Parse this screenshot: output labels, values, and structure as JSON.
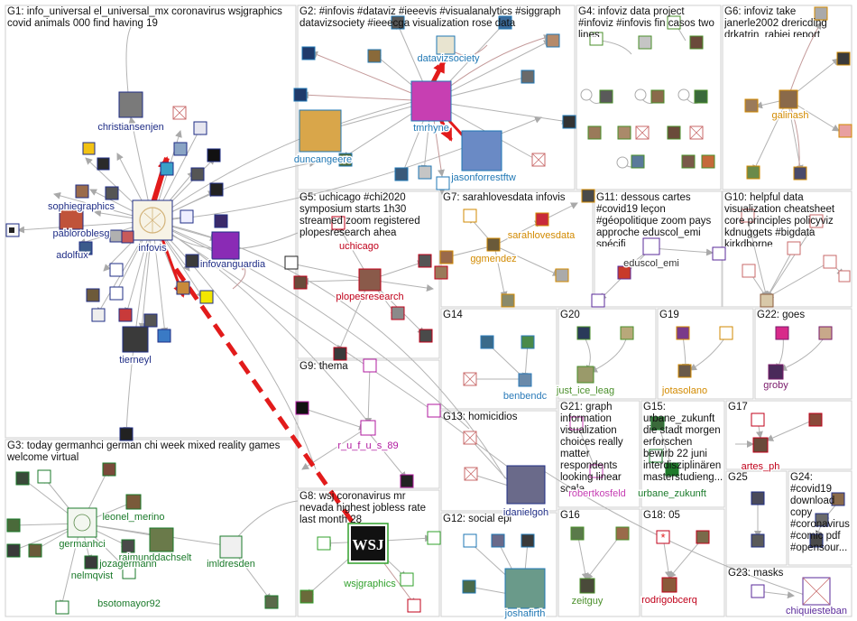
{
  "colors": {
    "edge": "#b3b3b3",
    "edge_dark": "#999999",
    "hot_edge": "#e21b1b",
    "box_stroke": "#cfcfcf",
    "g1": "#1f2d86",
    "g2": "#1f77b4",
    "g3": "#1a7a2a",
    "g4": "#4a8f2a",
    "g5": "#c0001a",
    "g6": "#d28a00",
    "g7": "#d28a00",
    "g8": "#30a02b",
    "g9": "#b0189f",
    "g13": "#1f2d86",
    "g14": "#2b7bb9",
    "g21": "#c63fb3",
    "g12": "#1f77b4",
    "g15": "#1a7a2a",
    "g16": "#4a8f2a",
    "g17": "#c0001a",
    "g18": "#c0001a",
    "g19": "#d28a00",
    "g20": "#4a8f2a",
    "g22": "#7a1a6a",
    "g23": "#5a2a9a"
  },
  "groups": [
    {
      "id": "G1",
      "label": "G1: info_universal el_universal_mx coronavirus wsjgraphics covid animals 000 find having 19"
    },
    {
      "id": "G2",
      "label": "G2: #infovis #dataviz #ieeevis #visualanalytics #siggraph datavizsociety #ieeecga visualization rose data"
    },
    {
      "id": "G3",
      "label": "G3: today germanhci german chi week mixed reality games welcome virtual"
    },
    {
      "id": "G4",
      "label": "G4: infoviz data project #infoviz #infovis fin casos two lines"
    },
    {
      "id": "G5",
      "label": "G5: uchicago #chi2020 symposium starts 1h30 streamed zoom registered plopesresearch ahea"
    },
    {
      "id": "G6",
      "label": "G6: infoviz take janerle2002 drericding drkatrin_rabiei report"
    },
    {
      "id": "G7",
      "label": "G7: sarahlovesdata infovis"
    },
    {
      "id": "G8",
      "label": "G8: wsj coronavirus mr nevada highest jobless rate last month 28"
    },
    {
      "id": "G9",
      "label": "G9: thema"
    },
    {
      "id": "G10",
      "label": "G10: helpful data visualization cheatsheet core principles policyviz kdnuggets #bigdata kirkdborne"
    },
    {
      "id": "G11",
      "label": "G11: dessous cartes #covid19 leçon #géopolitique zoom pays approche eduscol_emi spécifi"
    },
    {
      "id": "G12",
      "label": "G12: social epi"
    },
    {
      "id": "G13",
      "label": "G13: homicidios"
    },
    {
      "id": "G14",
      "label": "G14"
    },
    {
      "id": "G15",
      "label": "G15: urbane_zukunft die stadt morgen erforschen bewirb 22 juni interdisziplinären masterstudieng..."
    },
    {
      "id": "G16",
      "label": "G16"
    },
    {
      "id": "G17",
      "label": "G17"
    },
    {
      "id": "G18",
      "label": "G18: 05"
    },
    {
      "id": "G19",
      "label": "G19"
    },
    {
      "id": "G20",
      "label": "G20"
    },
    {
      "id": "G21",
      "label": "G21: graph information visualization choices really matter respondents looking linear scale"
    },
    {
      "id": "G22",
      "label": "G22: goes"
    },
    {
      "id": "G23",
      "label": "G23: masks"
    },
    {
      "id": "G24",
      "label": "G24: #covid19 download copy #coronavirus #comic pdf #opensour..."
    },
    {
      "id": "G25",
      "label": "G25"
    }
  ],
  "users": [
    {
      "name": "christiansenjen",
      "group": "G1"
    },
    {
      "name": "sophiegraphics",
      "group": "G1"
    },
    {
      "name": "pabloroblesg",
      "group": "G1"
    },
    {
      "name": "infovis",
      "group": "G1"
    },
    {
      "name": "adolfux",
      "group": "G1"
    },
    {
      "name": "infovanguardia",
      "group": "G1"
    },
    {
      "name": "tierneyl",
      "group": "G1"
    },
    {
      "name": "datavizsociety",
      "group": "G2"
    },
    {
      "name": "tmrhyne",
      "group": "G2"
    },
    {
      "name": "duncangeere",
      "group": "G2"
    },
    {
      "name": "jasonforrestftw",
      "group": "G2"
    },
    {
      "name": "galinash",
      "group": "G6"
    },
    {
      "name": "uchicago",
      "group": "G5"
    },
    {
      "name": "plopesresearch",
      "group": "G5"
    },
    {
      "name": "sarahlovesdata",
      "group": "G7"
    },
    {
      "name": "ggmendez",
      "group": "G7"
    },
    {
      "name": "eduscol_emi",
      "group": "G11"
    },
    {
      "name": "benbendc",
      "group": "G14"
    },
    {
      "name": "just_ice_leag",
      "group": "G20"
    },
    {
      "name": "jotasolano",
      "group": "G19"
    },
    {
      "name": "groby",
      "group": "G22"
    },
    {
      "name": "r_u_f_u_s_89",
      "group": "G9"
    },
    {
      "name": "idanielgoh",
      "group": "G13"
    },
    {
      "name": "robertkosfeld",
      "group": "G21"
    },
    {
      "name": "urbane_zukunft",
      "group": "G15"
    },
    {
      "name": "artes_ph",
      "group": "G17"
    },
    {
      "name": "germanhci",
      "group": "G3"
    },
    {
      "name": "leonel_merino",
      "group": "G3"
    },
    {
      "name": "raimunddachselt",
      "group": "G3"
    },
    {
      "name": "jozagermann",
      "group": "G3"
    },
    {
      "name": "nelmqvist",
      "group": "G3"
    },
    {
      "name": "bsotomayor92",
      "group": "G3"
    },
    {
      "name": "imldresden",
      "group": "G3"
    },
    {
      "name": "wsjgraphics",
      "group": "G8"
    },
    {
      "name": "joshafirth",
      "group": "G12"
    },
    {
      "name": "zeitguy",
      "group": "G16"
    },
    {
      "name": "rodrigobcerq",
      "group": "G18"
    },
    {
      "name": "chiquiesteban",
      "group": "G23"
    }
  ]
}
